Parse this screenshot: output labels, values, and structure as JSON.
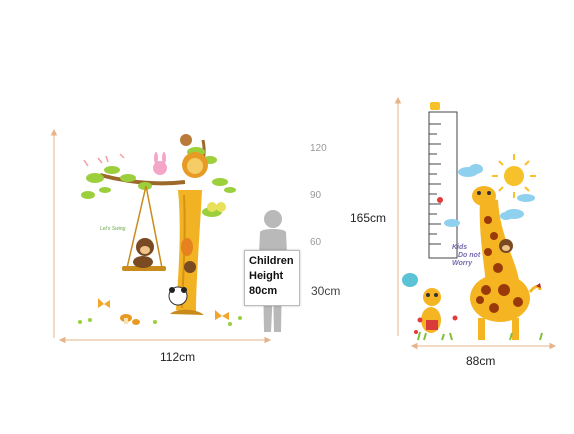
{
  "left_decal": {
    "width_label": "112cm",
    "scale_marks": [
      "120",
      "90",
      "60"
    ],
    "child_height_value": "30cm",
    "card": {
      "line1": "Children",
      "line2": "Height",
      "line3": "80cm"
    },
    "swing_sign": "Let's Swing"
  },
  "right_decal": {
    "height_label": "165cm",
    "width_label": "88cm",
    "bubble_text": [
      "Kids",
      "Do not",
      "Worry"
    ]
  },
  "colors": {
    "dimension_line": "#e7b48a",
    "tree_trunk": "#f1b324",
    "giraffe": "#f5b523",
    "sun": "#f6c12a",
    "cloud": "#8fd0ef"
  }
}
